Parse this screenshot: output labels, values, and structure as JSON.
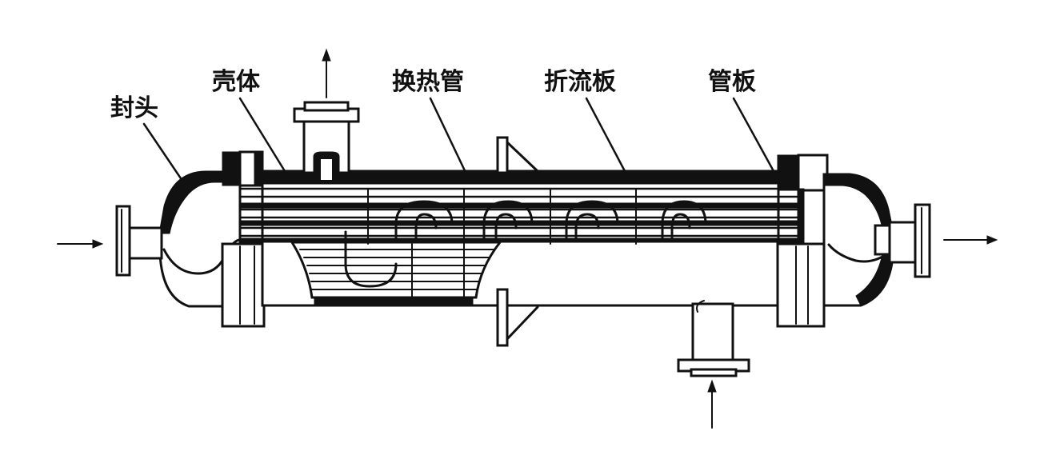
{
  "labels": {
    "head": "封头",
    "shell": "壳体",
    "tubes": "换热管",
    "baffle": "折流板",
    "tubesheet": "管板"
  }
}
